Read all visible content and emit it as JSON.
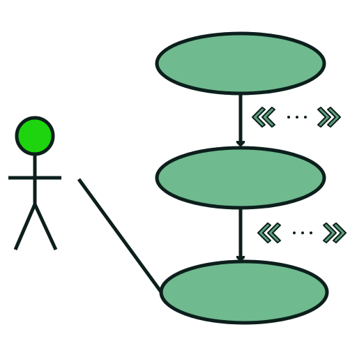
{
  "diagram": {
    "type": "use-case",
    "colors": {
      "stroke": "#0c1f1c",
      "use_case_fill": "#6fba8f",
      "actor_head_fill": "#1ed40e",
      "marker_fill": "#5fa07c",
      "background": "#ffffff"
    },
    "actor": {
      "label": ""
    },
    "use_cases": [
      {
        "id": "uc1",
        "label": ""
      },
      {
        "id": "uc2",
        "label": ""
      },
      {
        "id": "uc3",
        "label": ""
      }
    ],
    "relations": [
      {
        "from": "uc1",
        "to": "uc2",
        "kind": "arrow",
        "stereotype_glyph": "«···»"
      },
      {
        "from": "uc2",
        "to": "uc3",
        "kind": "arrow",
        "stereotype_glyph": "«···»"
      },
      {
        "from": "actor",
        "to": "uc3",
        "kind": "association"
      }
    ]
  }
}
